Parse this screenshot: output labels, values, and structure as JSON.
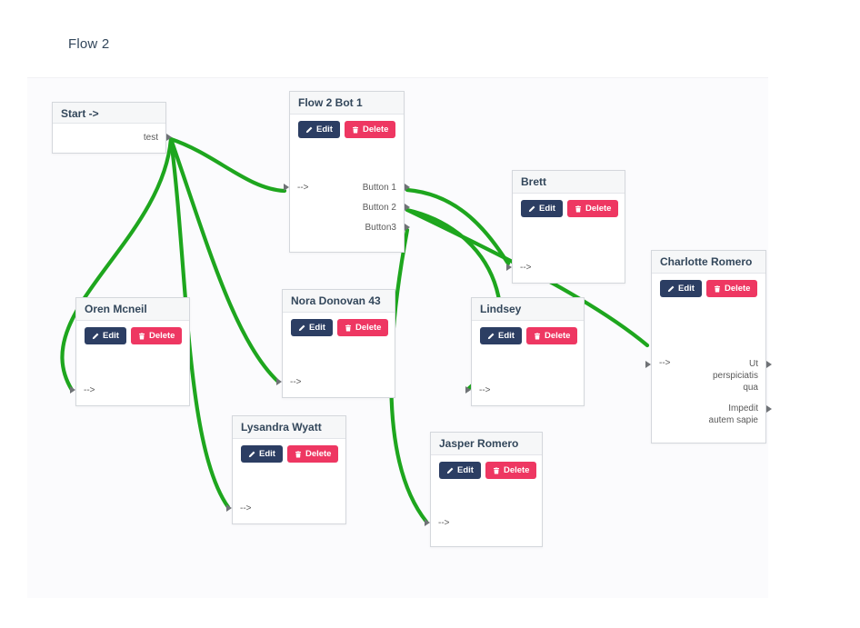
{
  "page": {
    "title": "Flow 2"
  },
  "common": {
    "edit_label": "Edit",
    "delete_label": "Delete",
    "input_port": "-->"
  },
  "nodes": [
    {
      "id": "start",
      "title": "Start ->",
      "outputs": [
        "test"
      ]
    },
    {
      "id": "bot1",
      "title": "Flow 2 Bot 1",
      "input": "-->",
      "outputs": [
        "Button 1",
        "Button 2",
        "Button3"
      ]
    },
    {
      "id": "brett",
      "title": "Brett",
      "input": "-->"
    },
    {
      "id": "charlotte",
      "title": "Charlotte Romero",
      "input": "-->",
      "outputs": [
        "Ut perspiciatis qua",
        "Impedit autem sapie"
      ]
    },
    {
      "id": "oren",
      "title": "Oren Mcneil",
      "input": "-->"
    },
    {
      "id": "nora",
      "title": "Nora Donovan 43",
      "input": "-->"
    },
    {
      "id": "lindsey",
      "title": "Lindsey",
      "input": "-->"
    },
    {
      "id": "lysandra",
      "title": "Lysandra Wyatt",
      "input": "-->"
    },
    {
      "id": "jasper",
      "title": "Jasper Romero",
      "input": "-->"
    }
  ],
  "connections": [
    {
      "from": "Start / test",
      "to": "Flow 2 Bot 1 / input"
    },
    {
      "from": "Start / test",
      "to": "Oren Mcneil / input"
    },
    {
      "from": "Start / test",
      "to": "Nora Donovan 43 / input"
    },
    {
      "from": "Start / test",
      "to": "Lysandra Wyatt / input"
    },
    {
      "from": "Flow 2 Bot 1 / Button 1",
      "to": "Brett / input"
    },
    {
      "from": "Flow 2 Bot 1 / Button 2",
      "to": "Lindsey / input"
    },
    {
      "from": "Flow 2 Bot 1 / Button 2",
      "to": "Charlotte Romero / input"
    },
    {
      "from": "Flow 2 Bot 1 / Button3",
      "to": "Jasper Romero / input"
    }
  ],
  "colors": {
    "header_text": "#33475b",
    "edit_button": "#2c3e63",
    "delete_button": "#ee3762",
    "connection": "#1ea61e",
    "node_border": "#d4d7dc",
    "node_header_bg": "#f6f7f8",
    "canvas_bg": "#fbfbfd",
    "port_text": "#5a5a5a"
  }
}
